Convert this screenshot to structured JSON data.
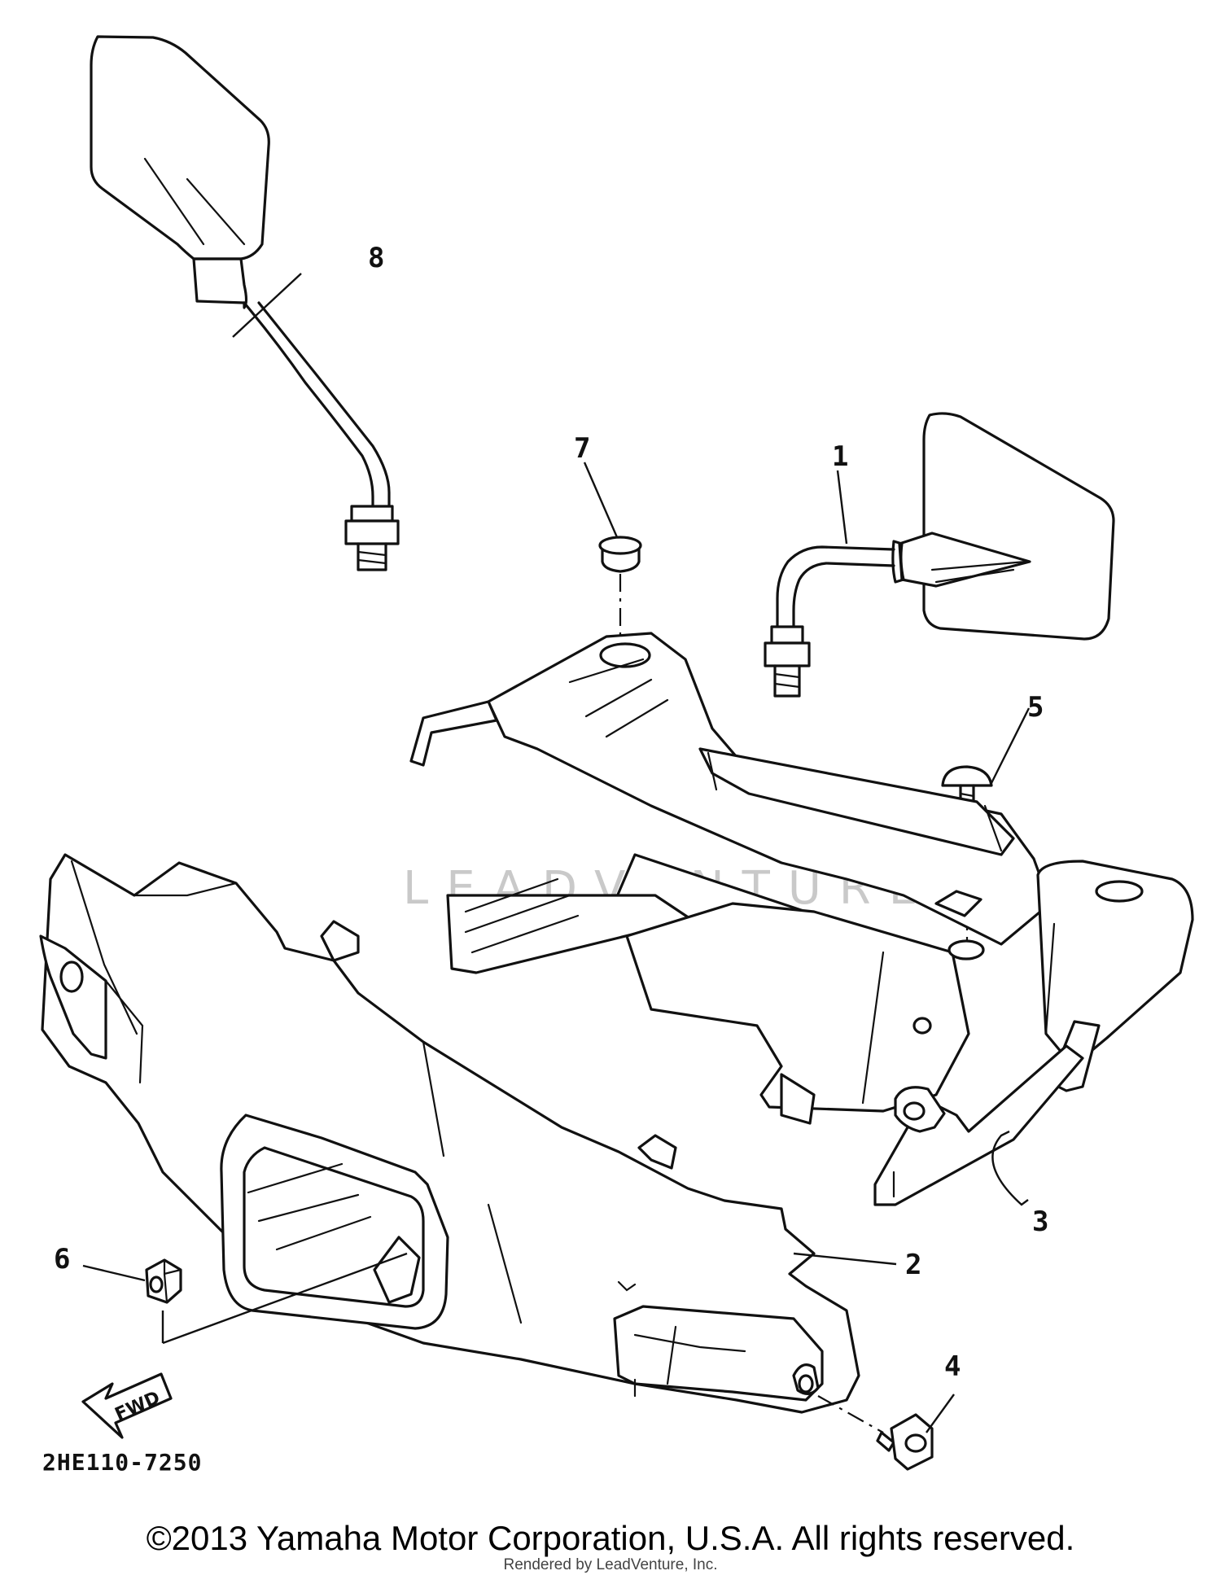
{
  "callouts": [
    {
      "id": "1",
      "label": "1"
    },
    {
      "id": "2",
      "label": "2"
    },
    {
      "id": "3",
      "label": "3"
    },
    {
      "id": "4",
      "label": "4"
    },
    {
      "id": "5",
      "label": "5"
    },
    {
      "id": "6",
      "label": "6"
    },
    {
      "id": "7",
      "label": "7"
    },
    {
      "id": "8",
      "label": "8"
    }
  ],
  "diagram_code": "2HE110-7250",
  "fwd_label": "FWD",
  "watermark": "LEADVENTURE",
  "copyright": "©2013 Yamaha Motor Corporation, U.S.A. All rights reserved.",
  "rendered_by": "Rendered by LeadVenture, Inc."
}
